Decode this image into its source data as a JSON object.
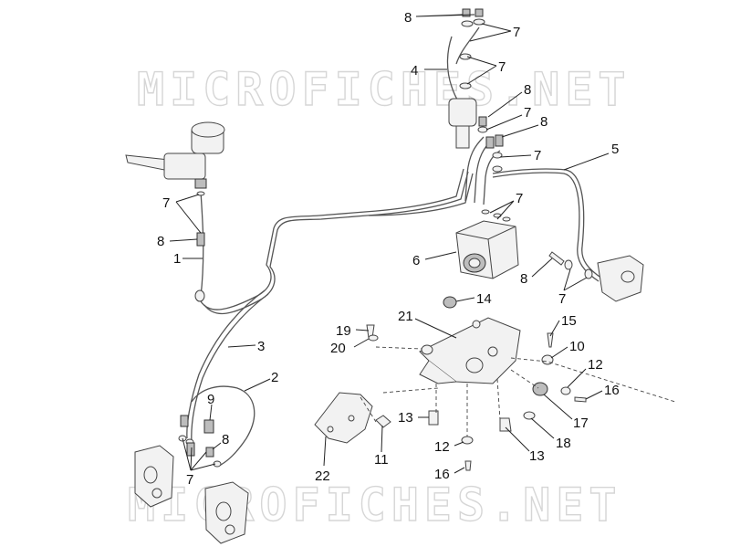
{
  "watermark": {
    "text": "MICROFICHES.NET"
  },
  "callouts": [
    {
      "id": "c8a",
      "text": "8"
    },
    {
      "id": "c7a",
      "text": "7"
    },
    {
      "id": "c4",
      "text": "4"
    },
    {
      "id": "c7b",
      "text": "7"
    },
    {
      "id": "c8b",
      "text": "8"
    },
    {
      "id": "c7c",
      "text": "7"
    },
    {
      "id": "c8c",
      "text": "8"
    },
    {
      "id": "c7d",
      "text": "7"
    },
    {
      "id": "c5",
      "text": "5"
    },
    {
      "id": "c7e",
      "text": "7"
    },
    {
      "id": "c6",
      "text": "6"
    },
    {
      "id": "c8d",
      "text": "8"
    },
    {
      "id": "c7f",
      "text": "7"
    },
    {
      "id": "c7g",
      "text": "7"
    },
    {
      "id": "c8e",
      "text": "8"
    },
    {
      "id": "c1",
      "text": "1"
    },
    {
      "id": "c3",
      "text": "3"
    },
    {
      "id": "c2",
      "text": "2"
    },
    {
      "id": "c9",
      "text": "9"
    },
    {
      "id": "c8f",
      "text": "8"
    },
    {
      "id": "c7h",
      "text": "7"
    },
    {
      "id": "c14",
      "text": "14"
    },
    {
      "id": "c21",
      "text": "21"
    },
    {
      "id": "c19",
      "text": "19"
    },
    {
      "id": "c20",
      "text": "20"
    },
    {
      "id": "c15",
      "text": "15"
    },
    {
      "id": "c10",
      "text": "10"
    },
    {
      "id": "c12a",
      "text": "12"
    },
    {
      "id": "c16a",
      "text": "16"
    },
    {
      "id": "c17",
      "text": "17"
    },
    {
      "id": "c13a",
      "text": "13"
    },
    {
      "id": "c18",
      "text": "18"
    },
    {
      "id": "c13b",
      "text": "13"
    },
    {
      "id": "c11",
      "text": "11"
    },
    {
      "id": "c12b",
      "text": "12"
    },
    {
      "id": "c22",
      "text": "22"
    },
    {
      "id": "c16b",
      "text": "16"
    }
  ]
}
